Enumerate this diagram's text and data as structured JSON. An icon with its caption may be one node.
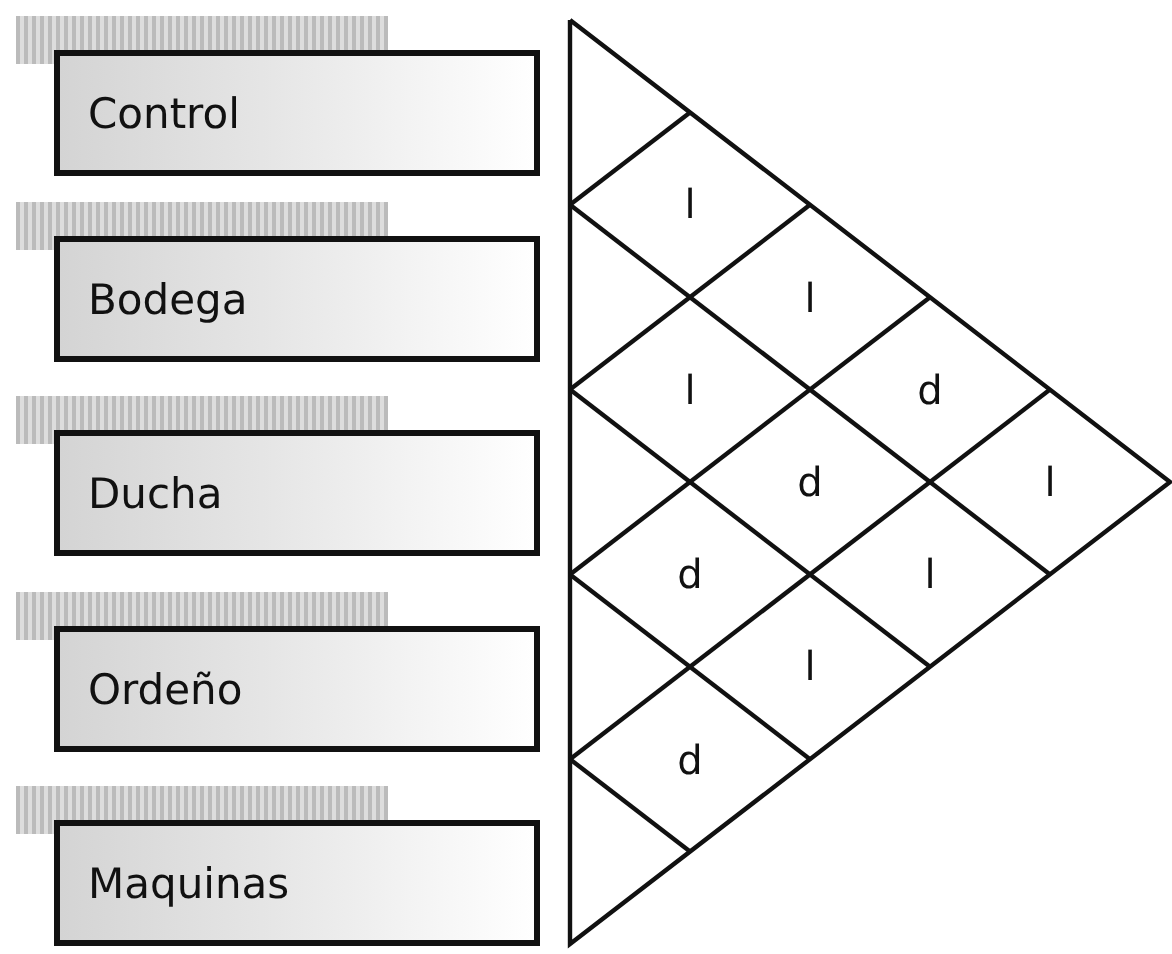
{
  "diagram": {
    "nodes": [
      {
        "text": [
          "Control"
        ]
      },
      {
        "text": [
          "Bodega"
        ]
      },
      {
        "text": [
          "Ducha"
        ]
      },
      {
        "text": [
          "Ordeño"
        ]
      },
      {
        "text": [
          "Maquinas"
        ]
      }
    ],
    "labels": [
      "l",
      "l",
      "l",
      "d",
      "d",
      "l",
      "l",
      "d",
      "l",
      "d"
    ]
  }
}
